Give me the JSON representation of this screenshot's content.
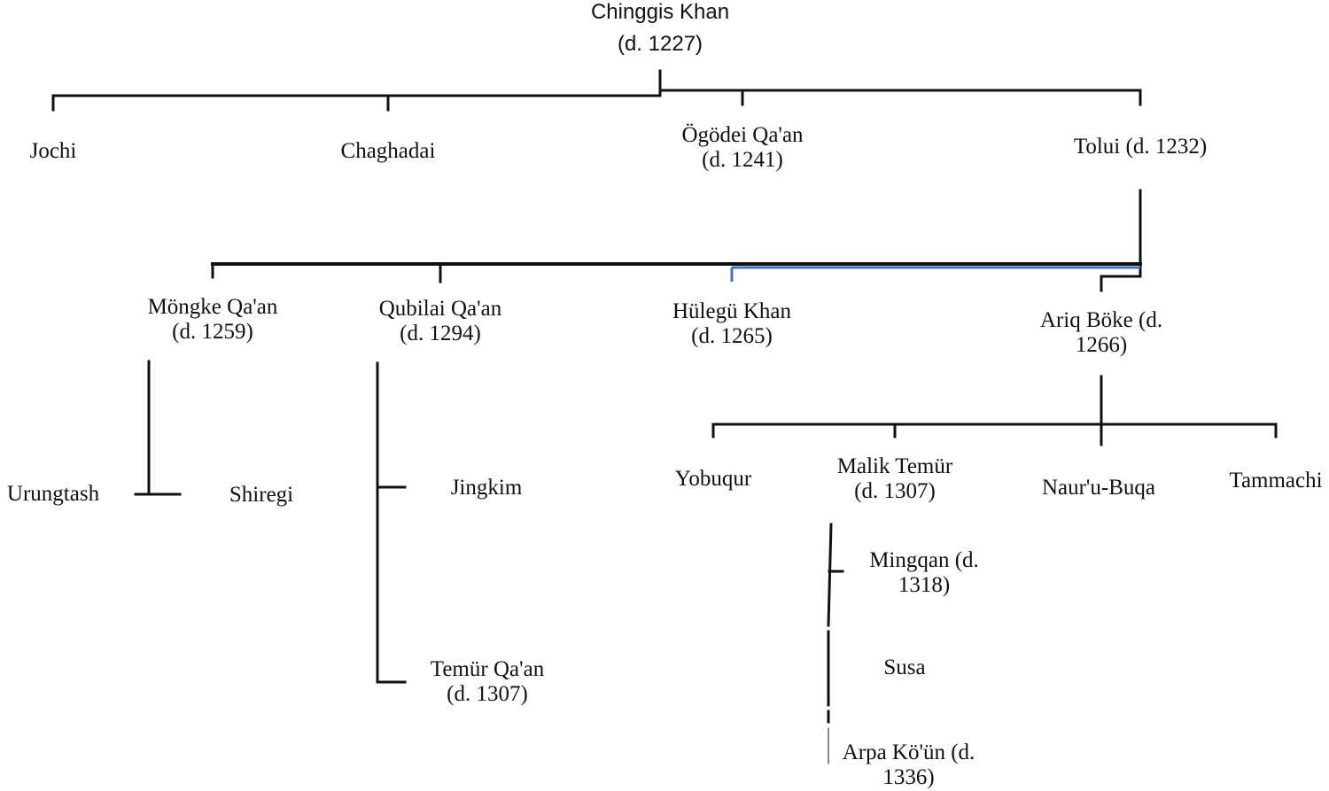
{
  "root": {
    "name": "Chinggis Khan",
    "date": "(d. 1227)"
  },
  "sons": {
    "jochi": "Jochi",
    "chaghadai": "Chaghadai",
    "ogodei": {
      "name": "Ögödei Qa'an",
      "date": "(d. 1241)"
    },
    "tolui": "Tolui (d. 1232)"
  },
  "grandsons": {
    "mongke": {
      "name": "Möngke Qa'an",
      "date": "(d. 1259)"
    },
    "qubilai": {
      "name": "Qubilai Qa'an",
      "date": "(d. 1294)"
    },
    "hulegu": {
      "name": "Hülegü Khan",
      "date": "(d. 1265)"
    },
    "ariq": {
      "line1": "Ariq Böke (d.",
      "line2": "1266)"
    }
  },
  "mongke_children": {
    "urungtash": "Urungtash",
    "shiregi": "Shiregi"
  },
  "qubilai_children": {
    "jingkim": "Jingkim",
    "temur": {
      "name": "Temür Qa'an",
      "date": "(d. 1307)"
    }
  },
  "ariq_children": {
    "yobuqur": "Yobuqur",
    "malik": {
      "name": "Malik Temür",
      "date": "(d. 1307)"
    },
    "nauru": "Naur'u-Buqa",
    "tammachi": "Tammachi"
  },
  "malik_children": {
    "mingqan": {
      "line1": "Mingqan (d.",
      "line2": "1318)"
    },
    "susa": "Susa",
    "arpa": {
      "line1": "Arpa Kö'ün (d.",
      "line2": "1336)"
    }
  },
  "colors": {
    "line": "#111111",
    "highlight": "#4472c4"
  }
}
